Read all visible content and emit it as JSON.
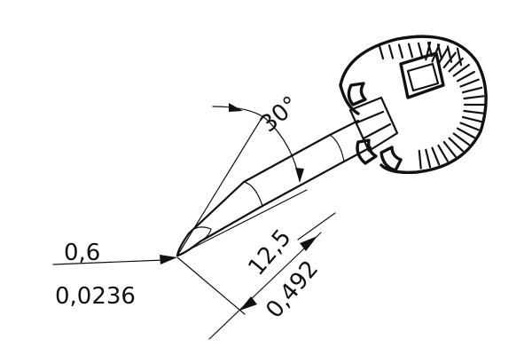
{
  "tip_diameter": {
    "metric": "0,6",
    "imperial": "0,0236"
  },
  "tip_length": {
    "metric": "12,5",
    "imperial": "0,492"
  },
  "cone_angle": "30°",
  "colors": {
    "line": "#111111",
    "background": "#ffffff"
  }
}
